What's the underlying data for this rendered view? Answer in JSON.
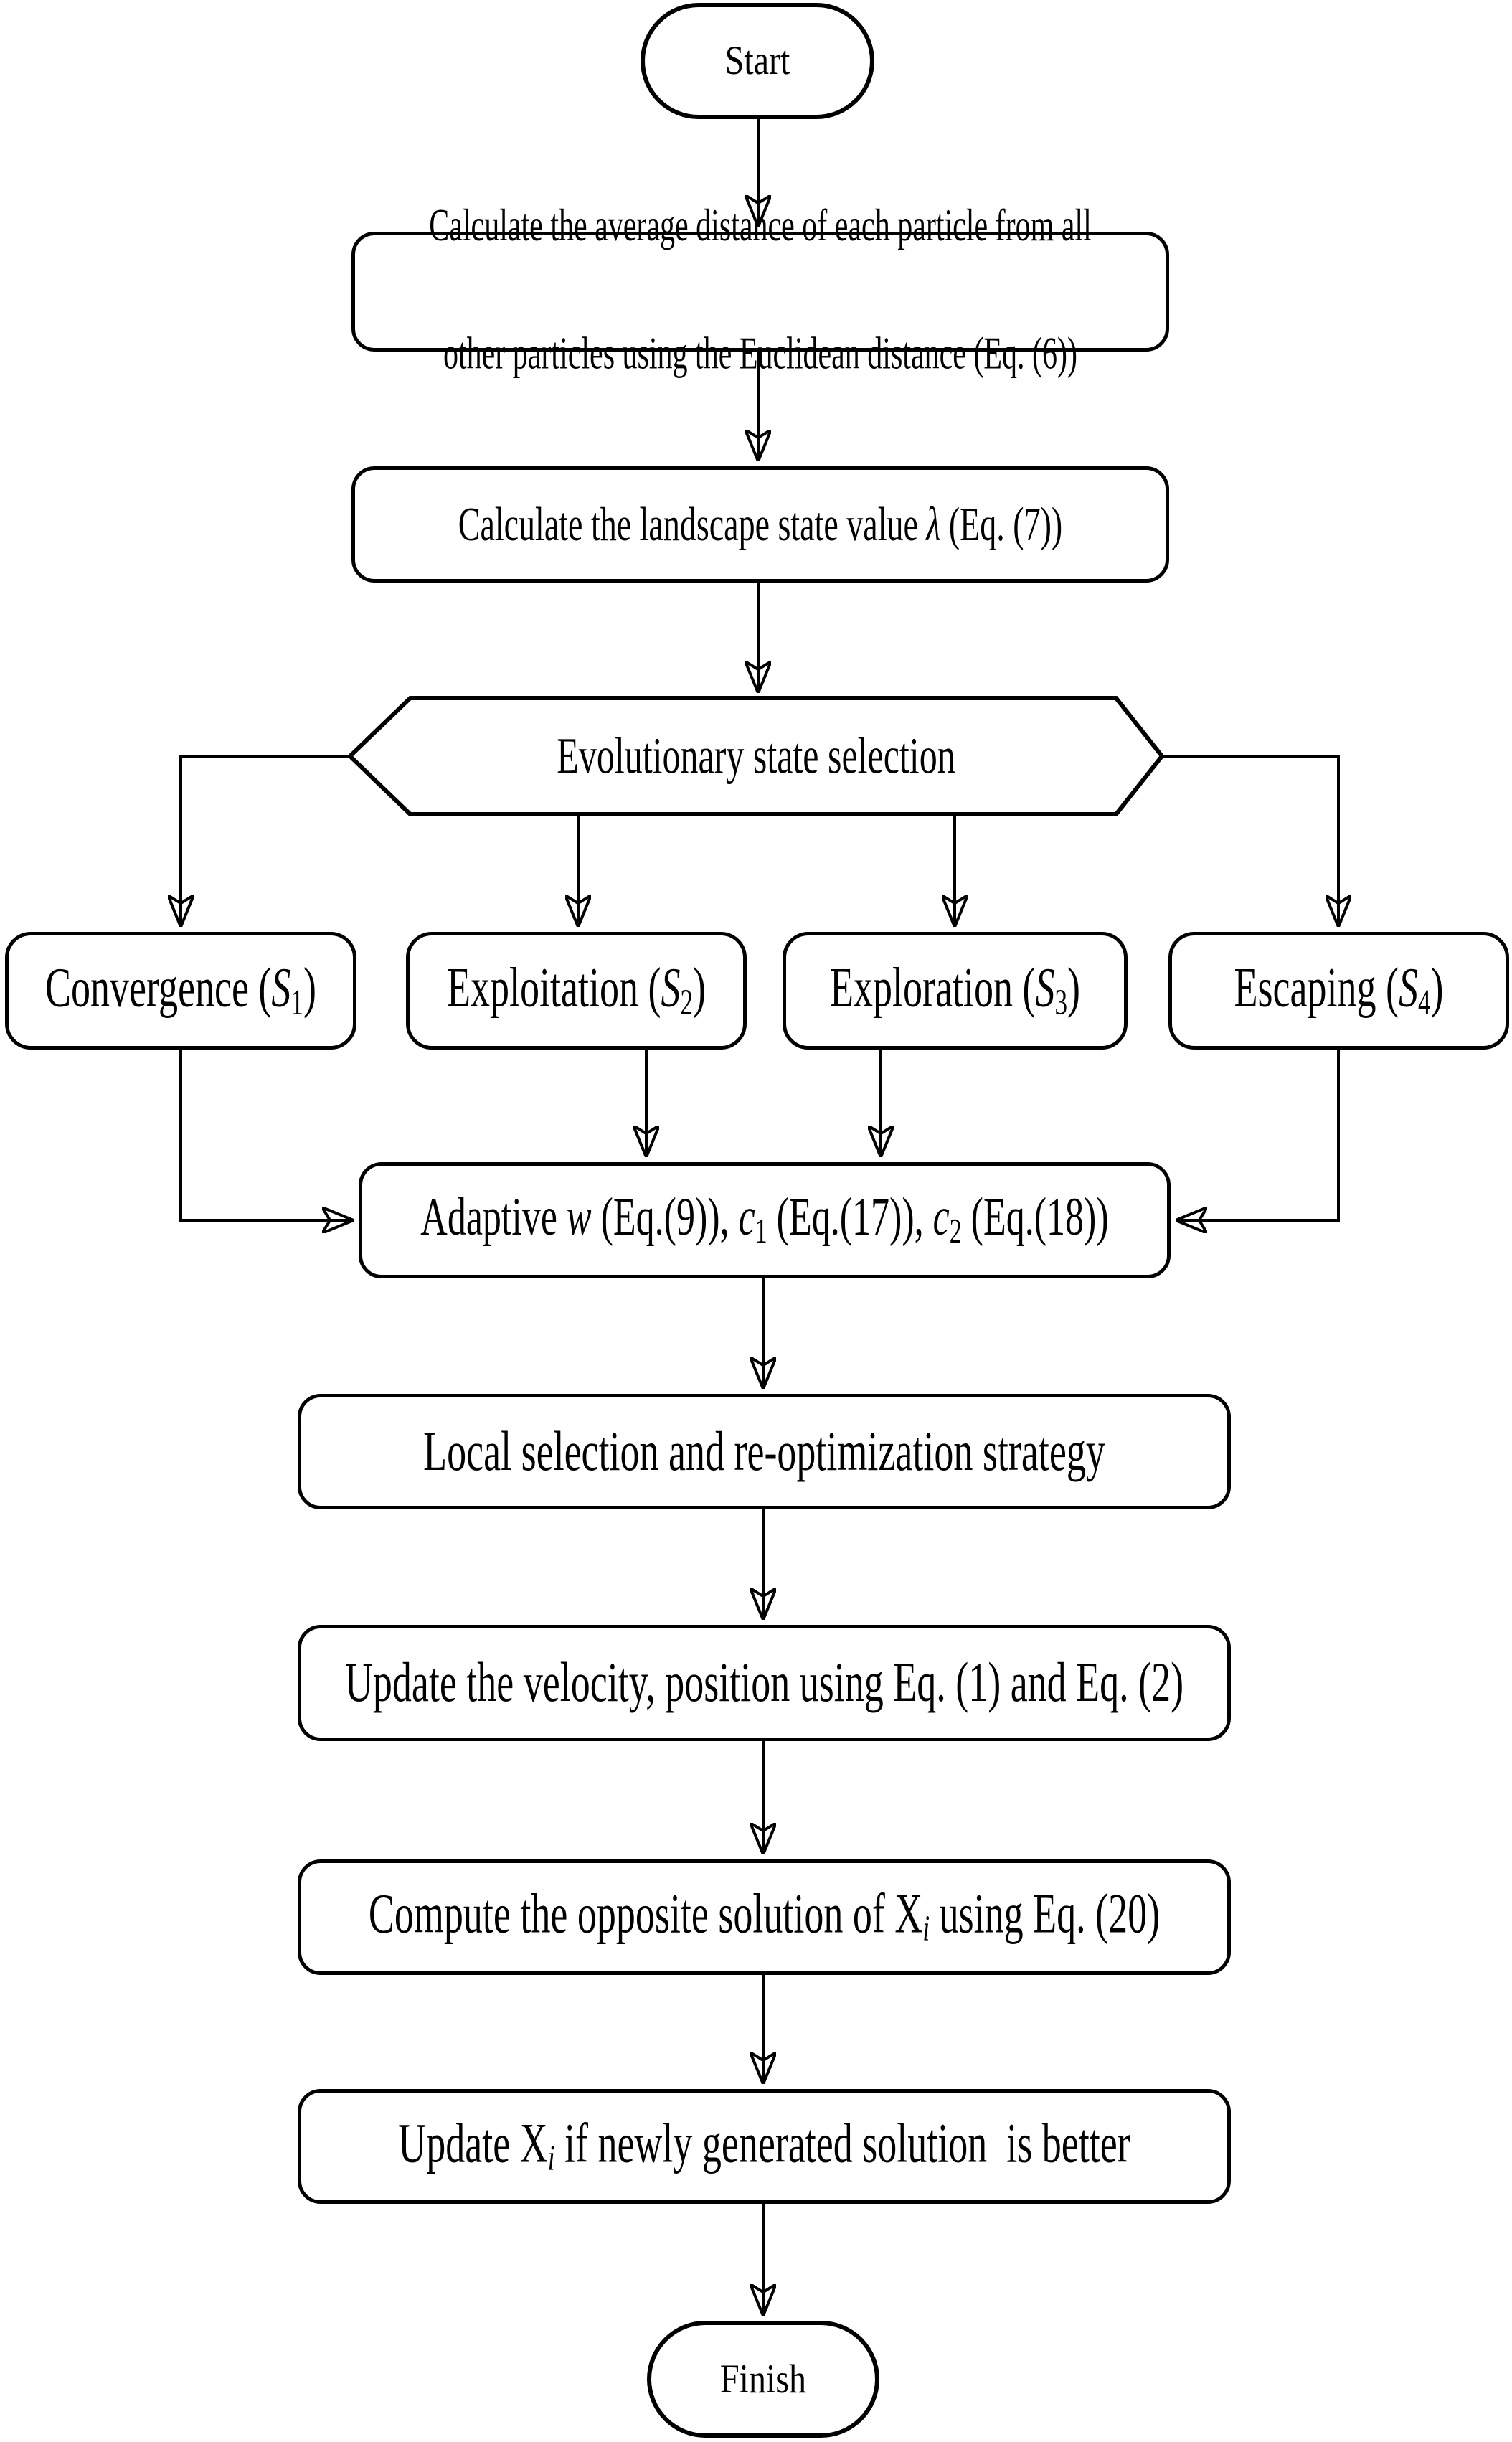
{
  "colors": {
    "stroke": "#000000",
    "fill": "#ffffff",
    "text": "#000000"
  },
  "nodes": {
    "start": {
      "label": "Start"
    },
    "calc_distance": {
      "line1": "Calculate the average distance of each particle from all",
      "line2": "other particles using the Euclidean distance (Eq. (6))"
    },
    "calc_lambda": {
      "segments": [
        {
          "t": "Calculate the landscape state value "
        },
        {
          "t": "λ",
          "s": "i"
        },
        {
          "t": " (Eq. (7))"
        }
      ]
    },
    "state_selection": {
      "label": "Evolutionary state selection"
    },
    "convergence": {
      "segments": [
        {
          "t": "Convergence ("
        },
        {
          "t": "S",
          "s": "i"
        },
        {
          "t": "1",
          "s": "sub"
        },
        {
          "t": ")"
        }
      ]
    },
    "exploitation": {
      "segments": [
        {
          "t": "Exploitation ("
        },
        {
          "t": "S",
          "s": "i"
        },
        {
          "t": "2",
          "s": "sub"
        },
        {
          "t": ")"
        }
      ]
    },
    "exploration": {
      "segments": [
        {
          "t": "Exploration ("
        },
        {
          "t": "S",
          "s": "i"
        },
        {
          "t": "3",
          "s": "sub"
        },
        {
          "t": ")"
        }
      ]
    },
    "escaping": {
      "segments": [
        {
          "t": "Escaping ("
        },
        {
          "t": "S",
          "s": "i"
        },
        {
          "t": "4",
          "s": "sub"
        },
        {
          "t": ")"
        }
      ]
    },
    "adaptive": {
      "segments": [
        {
          "t": "Adaptive "
        },
        {
          "t": "w",
          "s": "i"
        },
        {
          "t": " (Eq.(9)), "
        },
        {
          "t": "c",
          "s": "i"
        },
        {
          "t": "1",
          "s": "sub"
        },
        {
          "t": " (Eq.(17)), "
        },
        {
          "t": "c",
          "s": "i"
        },
        {
          "t": "2",
          "s": "sub"
        },
        {
          "t": " (Eq.(18))"
        }
      ]
    },
    "local_selection": {
      "label": "Local selection and re-optimization strategy"
    },
    "update_velocity": {
      "label": "Update the velocity, position using Eq. (1) and Eq. (2)"
    },
    "compute_opposite": {
      "segments": [
        {
          "t": "Compute the opposite solution of X"
        },
        {
          "t": "i",
          "s": "isub"
        },
        {
          "t": " using Eq. (20)"
        }
      ]
    },
    "update_xi": {
      "segments": [
        {
          "t": "Update X"
        },
        {
          "t": "i",
          "s": "isub"
        },
        {
          "t": " if newly generated solution  is better"
        }
      ]
    },
    "finish": {
      "label": "Finish"
    }
  },
  "edges": [
    {
      "from": "start",
      "to": "calc_distance"
    },
    {
      "from": "calc_distance",
      "to": "calc_lambda"
    },
    {
      "from": "calc_lambda",
      "to": "state_selection"
    },
    {
      "from": "state_selection",
      "to": "convergence"
    },
    {
      "from": "state_selection",
      "to": "exploitation"
    },
    {
      "from": "state_selection",
      "to": "exploration"
    },
    {
      "from": "state_selection",
      "to": "escaping"
    },
    {
      "from": "convergence",
      "to": "adaptive"
    },
    {
      "from": "exploitation",
      "to": "adaptive"
    },
    {
      "from": "exploration",
      "to": "adaptive"
    },
    {
      "from": "escaping",
      "to": "adaptive"
    },
    {
      "from": "adaptive",
      "to": "local_selection"
    },
    {
      "from": "local_selection",
      "to": "update_velocity"
    },
    {
      "from": "update_velocity",
      "to": "compute_opposite"
    },
    {
      "from": "compute_opposite",
      "to": "update_xi"
    },
    {
      "from": "update_xi",
      "to": "finish"
    }
  ]
}
